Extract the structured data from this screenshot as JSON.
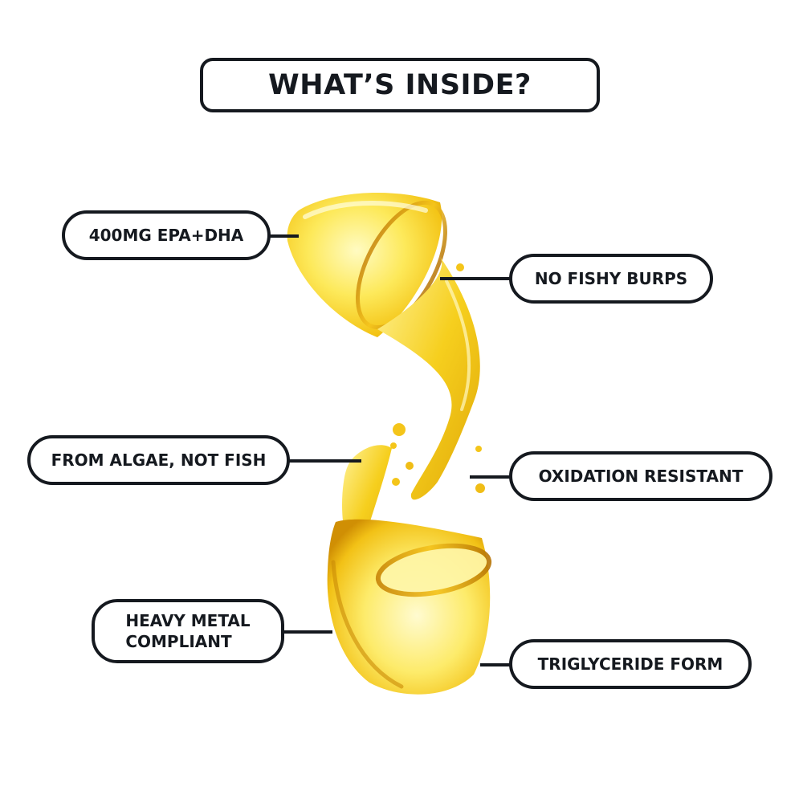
{
  "title": "WHAT’S INSIDE?",
  "features": {
    "epa_dha": "400MG EPA+DHA",
    "no_fishy_burps": "NO FISHY BURPS",
    "from_algae": "FROM ALGAE, NOT FISH",
    "oxidation_resistant": "OXIDATION RESISTANT",
    "heavy_metal": "HEAVY METAL\nCOMPLIANT",
    "triglyceride": "TRIGLYCERIDE FORM"
  },
  "colors": {
    "ink": "#15191f",
    "oil_light": "#fff27a",
    "oil_mid": "#f8d21c",
    "oil_dark": "#d9a007"
  },
  "image": "oil-splash-illustration"
}
